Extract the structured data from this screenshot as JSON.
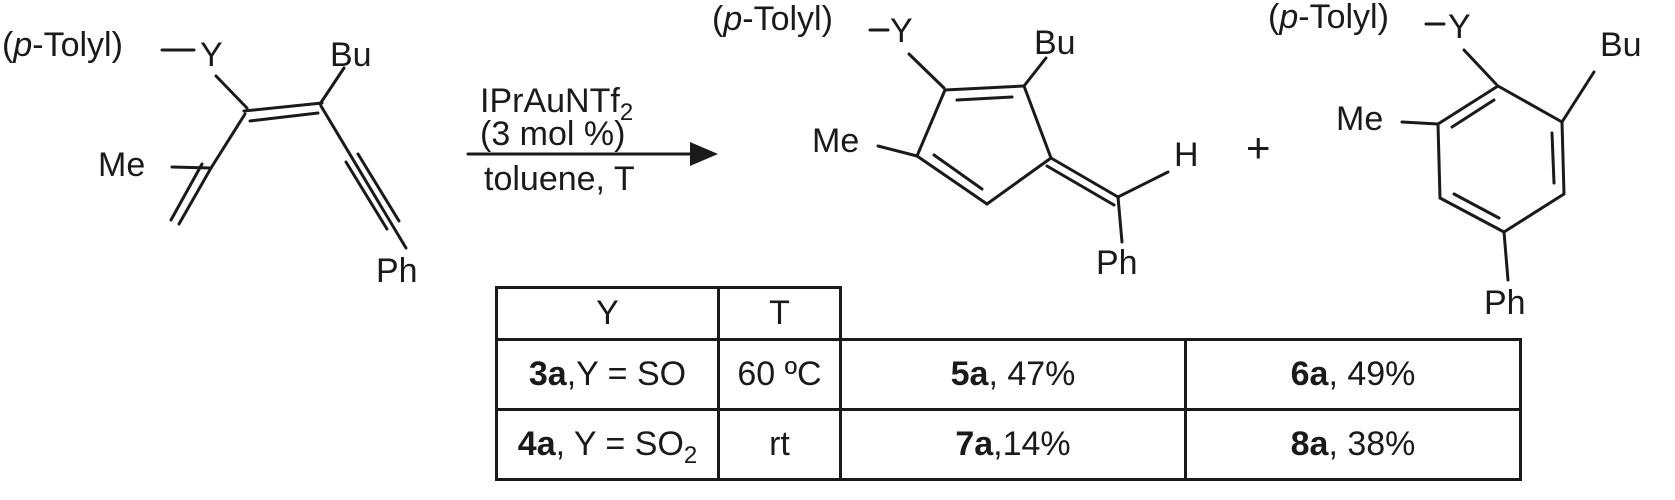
{
  "colors": {
    "ink": "#1a1a1a",
    "background": "#ffffff"
  },
  "start_material": {
    "ptolyl_open": "(",
    "ptolyl_italic": "p",
    "ptolyl_rest": "-Tolyl)",
    "y": "Y",
    "bu": "Bu",
    "me": "Me",
    "ph": "Ph"
  },
  "arrow": {
    "catalyst": "IPrAuNTf",
    "catalyst_sub": "2",
    "loading": "(3 mol %)",
    "solvent_temp": "toluene, T"
  },
  "product1": {
    "ptolyl_open": "(",
    "ptolyl_italic": "p",
    "ptolyl_rest": "-Tolyl)",
    "y": "Y",
    "bu": "Bu",
    "me": "Me",
    "h": "H",
    "ph": "Ph"
  },
  "plus": "+",
  "product2": {
    "ptolyl_open": "(",
    "ptolyl_italic": "p",
    "ptolyl_rest": "-Tolyl)",
    "y": "Y",
    "bu": "Bu",
    "me": "Me",
    "ph": "Ph"
  },
  "table": {
    "header_y": "Y",
    "header_t": "T",
    "rows": [
      {
        "compound": "3a",
        "y_def": ",Y = SO",
        "y_sub": "",
        "temp": "60 ºC",
        "product1_id": "5a",
        "product1_yield": ", 47%",
        "product2_id": "6a",
        "product2_yield": ", 49%"
      },
      {
        "compound": "4a",
        "y_def": ", Y = SO",
        "y_sub": "2",
        "temp": "rt",
        "product1_id": "7a",
        "product1_yield": ",14%",
        "product2_id": "8a",
        "product2_yield": ", 38%"
      }
    ]
  }
}
